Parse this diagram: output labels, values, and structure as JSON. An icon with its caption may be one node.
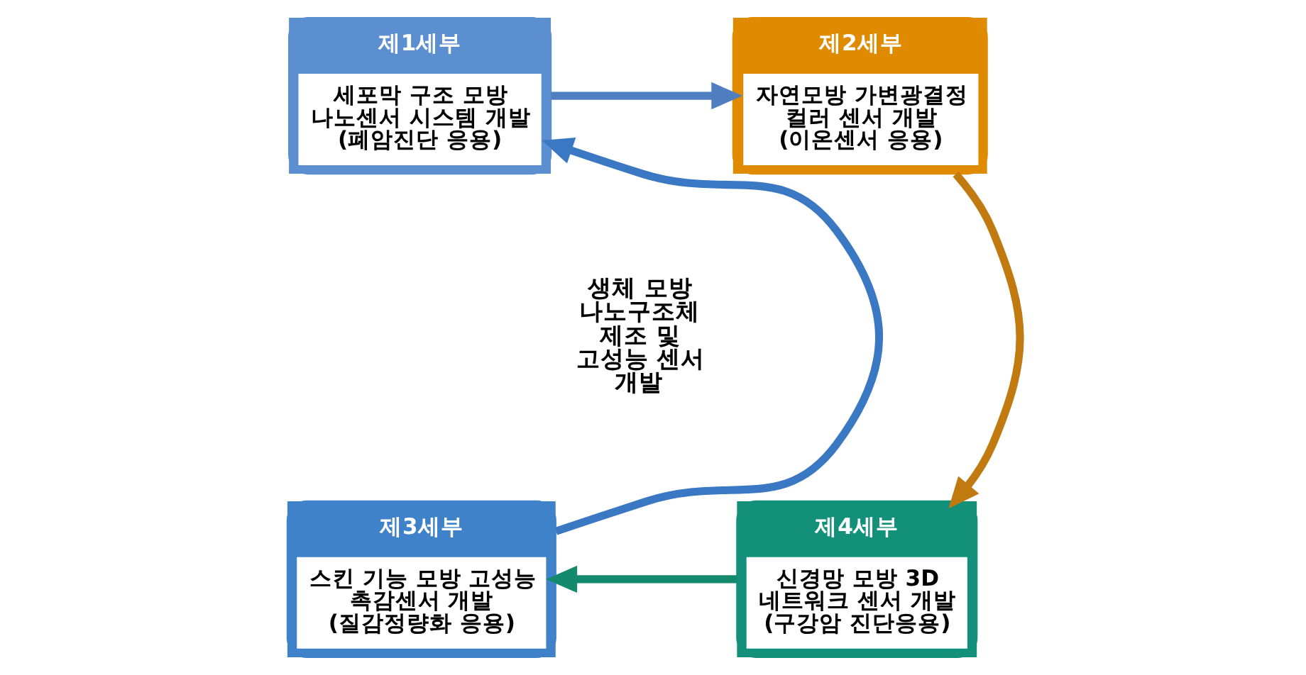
{
  "diagram": {
    "nodes": [
      {
        "text": [
          "제1세부",
          "세포막 구조 모방 나노센서 시스템 개발 (폐암진단 응용)"
        ]
      },
      {
        "text": [
          "제2세부",
          "자연모방 가변광결정 컬러 센서 개발 (이온센서 응용)"
        ]
      },
      {
        "text": [
          "생체 모방 나노구조체 제조 및 고성능 센서 개발"
        ]
      },
      {
        "text": [
          "제3세부",
          "스킨 기능 모방 고성능 촉감센서 개발 (질감정량화 응용)"
        ]
      },
      {
        "text": [
          "제4세부",
          "신경망 모방 3D 네트워크 센서 개발 (구강암 진단응용)"
        ]
      }
    ],
    "edges": [
      {
        "from": 0,
        "to": 1,
        "arrow": "to",
        "color": "#4f7fc0"
      },
      {
        "from": 1,
        "to": 4,
        "arrow": "to",
        "color": "#c07a10"
      },
      {
        "from": 4,
        "to": 3,
        "arrow": "to",
        "color": "#138a6e"
      },
      {
        "from": 3,
        "to": 0,
        "arrow": "to",
        "color": "#3a78c4"
      }
    ]
  }
}
